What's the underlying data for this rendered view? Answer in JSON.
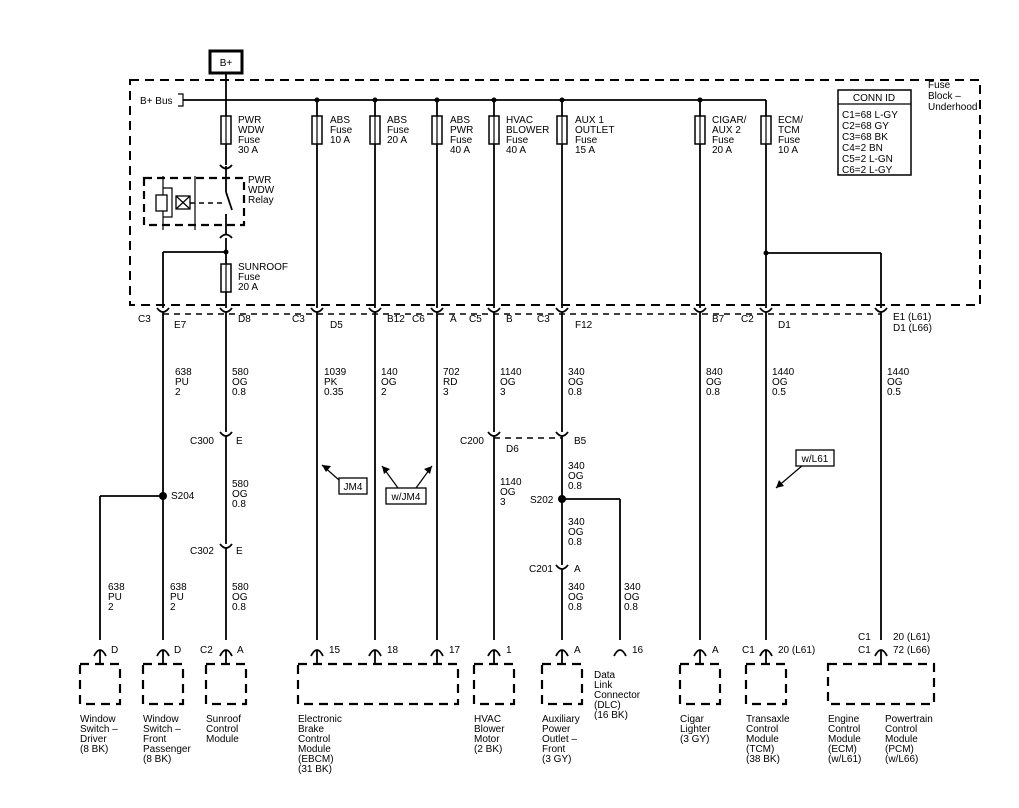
{
  "power_source": "B+",
  "bus_label": "B+ Bus",
  "fuse_block_label": [
    "Fuse",
    "Block –",
    "Underhood"
  ],
  "conn_id": {
    "title": "CONN ID",
    "rows": [
      "C1=68 L-GY",
      "C2=68 GY",
      "C3=68 BK",
      "C4=2 BN",
      "C5=2 L-GN",
      "C6=2 L-GY"
    ]
  },
  "fuses": [
    {
      "id": "pwr-wdw",
      "lines": [
        "PWR",
        "WDW",
        "Fuse",
        "30 A"
      ]
    },
    {
      "id": "abs-10",
      "lines": [
        "ABS",
        "Fuse",
        "10 A"
      ]
    },
    {
      "id": "abs-20",
      "lines": [
        "ABS",
        "Fuse",
        "20 A"
      ]
    },
    {
      "id": "abs-pwr",
      "lines": [
        "ABS",
        "PWR",
        "Fuse",
        "40 A"
      ]
    },
    {
      "id": "hvac",
      "lines": [
        "HVAC",
        "BLOWER",
        "Fuse",
        "40 A"
      ]
    },
    {
      "id": "aux1",
      "lines": [
        "AUX 1",
        "OUTLET",
        "Fuse",
        "15 A"
      ]
    },
    {
      "id": "cigar",
      "lines": [
        "CIGAR/",
        "AUX 2",
        "Fuse",
        "20 A"
      ]
    },
    {
      "id": "ecm-tcm",
      "lines": [
        "ECM/",
        "TCM",
        "Fuse",
        "10 A"
      ]
    },
    {
      "id": "sunroof",
      "lines": [
        "SUNROOF",
        "Fuse",
        "20 A"
      ]
    }
  ],
  "relay_label": [
    "PWR",
    "WDW",
    "Relay"
  ],
  "connector_labels": {
    "c3_e7": [
      "C3",
      "E7"
    ],
    "d8": "D8",
    "c3_d5": [
      "C3",
      "D5"
    ],
    "b12": "B12",
    "c6_a": [
      "C6",
      "A"
    ],
    "c5_b": [
      "C5",
      "B"
    ],
    "c3_f12": [
      "C3",
      "F12"
    ],
    "b7": "B7",
    "c2_d1": [
      "C2",
      "D1"
    ],
    "e1": [
      "E1 (L61)",
      "D1 (L66)"
    ],
    "c300": [
      "C300",
      "E"
    ],
    "c302": [
      "C302",
      "E"
    ],
    "c200": [
      "C200",
      "D6"
    ],
    "b5": "B5",
    "c201": [
      "C201",
      "A"
    ]
  },
  "splices": [
    "S204",
    "S202"
  ],
  "wires": {
    "w638a": [
      "638",
      "PU",
      "2"
    ],
    "w580a": [
      "580",
      "OG",
      "0.8"
    ],
    "w1039": [
      "1039",
      "PK",
      "0.35"
    ],
    "w140": [
      "140",
      "OG",
      "2"
    ],
    "w702": [
      "702",
      "RD",
      "3"
    ],
    "w1140a": [
      "1140",
      "OG",
      "3"
    ],
    "w340a": [
      "340",
      "OG",
      "0.8"
    ],
    "w840": [
      "840",
      "OG",
      "0.8"
    ],
    "w1440a": [
      "1440",
      "OG",
      "0.5"
    ],
    "w1440b": [
      "1440",
      "OG",
      "0.5"
    ],
    "w580b": [
      "580",
      "OG",
      "0.8"
    ],
    "w1140b": [
      "1140",
      "OG",
      "3"
    ],
    "w340b": [
      "340",
      "OG",
      "0.8"
    ],
    "w340c": [
      "340",
      "OG",
      "0.8"
    ],
    "w638b": [
      "638",
      "PU",
      "2"
    ],
    "w638c": [
      "638",
      "PU",
      "2"
    ],
    "w580c": [
      "580",
      "OG",
      "0.8"
    ],
    "w340d": [
      "340",
      "OG",
      "0.8"
    ],
    "w340e": [
      "340",
      "OG",
      "0.8"
    ]
  },
  "option_tags": [
    "JM4",
    "w/JM4",
    "w/L61"
  ],
  "pins": {
    "wsd": "D",
    "wsp": "D",
    "sun": [
      "C2",
      "A"
    ],
    "ebcm1": "15",
    "ebcm2": "18",
    "ebcm3": "17",
    "hvac": "1",
    "aux": "A",
    "dlc": "16",
    "cig": "A",
    "tcm": [
      "C1",
      "20 (L61)"
    ],
    "ecm_top": [
      "C1",
      "20 (L61)"
    ],
    "ecm_bot": [
      "C1",
      "72 (L66)"
    ]
  },
  "components": {
    "window_driver": [
      "Window",
      "Switch –",
      "Driver",
      "(8 BK)"
    ],
    "window_pass": [
      "Window",
      "Switch –",
      "Front",
      "Passenger",
      "(8 BK)"
    ],
    "sunroof": [
      "Sunroof",
      "Control",
      "Module"
    ],
    "ebcm": [
      "Electronic",
      "Brake",
      "Control",
      "Module",
      "(EBCM)",
      "(31 BK)"
    ],
    "hvac": [
      "HVAC",
      "Blower",
      "Motor",
      "(2 BK)"
    ],
    "aux": [
      "Auxiliary",
      "Power",
      "Outlet –",
      "Front",
      "(3 GY)"
    ],
    "dlc": [
      "Data",
      "Link",
      "Connector",
      "(DLC)",
      "(16 BK)"
    ],
    "cigar": [
      "Cigar",
      "Lighter",
      "(3 GY)"
    ],
    "tcm": [
      "Transaxle",
      "Control",
      "Module",
      "(TCM)",
      "(38 BK)"
    ],
    "ecm": [
      "Engine",
      "Control",
      "Module",
      "(ECM)",
      "(w/L61)"
    ],
    "pcm": [
      "Powertrain",
      "Control",
      "Module",
      "(PCM)",
      "(w/L66)"
    ]
  }
}
